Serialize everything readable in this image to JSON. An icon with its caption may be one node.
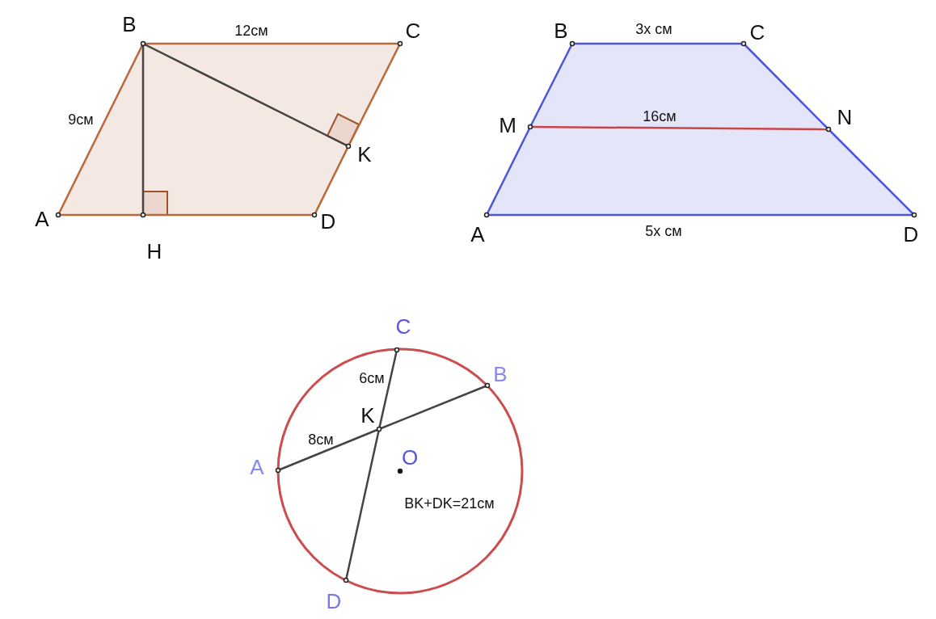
{
  "diagram": {
    "nodes": [
      {
        "text": [
          "B"
        ]
      },
      {
        "text": [
          "C"
        ]
      },
      {
        "text": [
          "A"
        ]
      },
      {
        "text": [
          "D"
        ]
      },
      {
        "text": [
          "H"
        ]
      },
      {
        "text": [
          "K"
        ]
      },
      {
        "text": [
          "B"
        ]
      },
      {
        "text": [
          "C"
        ]
      },
      {
        "text": [
          "M"
        ]
      },
      {
        "text": [
          "N"
        ]
      },
      {
        "text": [
          "A"
        ]
      },
      {
        "text": [
          "D"
        ]
      },
      {
        "text": [
          "C"
        ]
      },
      {
        "text": [
          "B"
        ]
      },
      {
        "text": [
          "K"
        ]
      },
      {
        "text": [
          "A"
        ]
      },
      {
        "text": [
          "O"
        ]
      },
      {
        "text": [
          "D"
        ]
      }
    ],
    "edges": [
      {
        "from": 0,
        "to": 1,
        "arrow": "none",
        "label": "12см",
        "color": "#b8683a"
      },
      {
        "from": 2,
        "to": 0,
        "arrow": "none",
        "label": "9см",
        "color": "#b8683a"
      },
      {
        "from": 1,
        "to": 5,
        "arrow": "none",
        "color": "#b8683a"
      },
      {
        "from": 5,
        "to": 3,
        "arrow": "none",
        "color": "#b8683a"
      },
      {
        "from": 2,
        "to": 4,
        "arrow": "none",
        "color": "#b8683a"
      },
      {
        "from": 4,
        "to": 3,
        "arrow": "none",
        "color": "#b8683a"
      },
      {
        "from": 0,
        "to": 4,
        "arrow": "none",
        "color": "#444444"
      },
      {
        "from": 0,
        "to": 5,
        "arrow": "none",
        "color": "#444444"
      },
      {
        "from": 6,
        "to": 7,
        "arrow": "none",
        "label": "3x см",
        "color": "#4a55e0"
      },
      {
        "from": 7,
        "to": 9,
        "arrow": "none",
        "color": "#4a55e0"
      },
      {
        "from": 9,
        "to": 11,
        "arrow": "none",
        "color": "#4a55e0"
      },
      {
        "from": 10,
        "to": 11,
        "arrow": "none",
        "label": "5x см",
        "color": "#4a55e0"
      },
      {
        "from": 10,
        "to": 8,
        "arrow": "none",
        "color": "#4a55e0"
      },
      {
        "from": 8,
        "to": 6,
        "arrow": "none",
        "color": "#4a55e0"
      },
      {
        "from": 8,
        "to": 9,
        "arrow": "none",
        "label": "16см",
        "color": "#c8464a"
      },
      {
        "from": 12,
        "to": 14,
        "arrow": "none",
        "label": "6см",
        "color": "#444444"
      },
      {
        "from": 14,
        "to": 17,
        "arrow": "none",
        "color": "#444444"
      },
      {
        "from": 15,
        "to": 14,
        "arrow": "none",
        "label": "8см",
        "color": "#444444"
      },
      {
        "from": 14,
        "to": 13,
        "arrow": "none",
        "color": "#444444"
      }
    ],
    "labels": [
      "BK+DK=21см"
    ]
  }
}
